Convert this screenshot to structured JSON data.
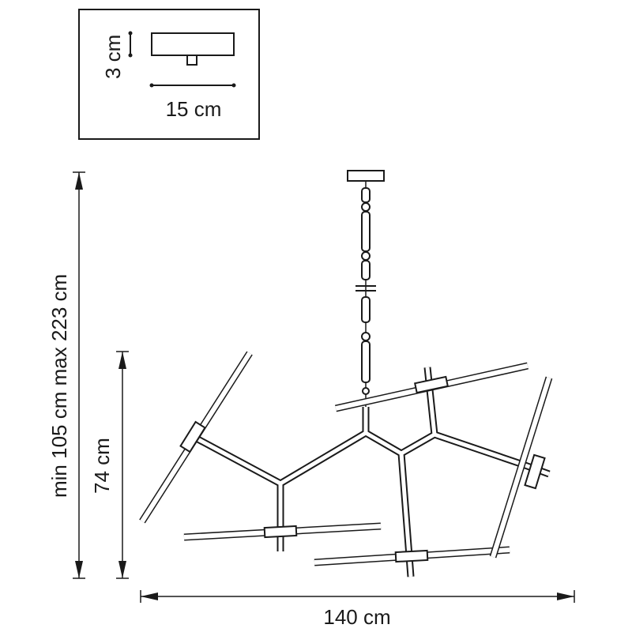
{
  "canopy_detail": {
    "height_label": "3 cm",
    "width_label": "15 cm"
  },
  "dimensions": {
    "total_height_label": "min 105 cm max 223 cm",
    "fixture_height_label": "74 cm",
    "width_label": "140 cm"
  }
}
